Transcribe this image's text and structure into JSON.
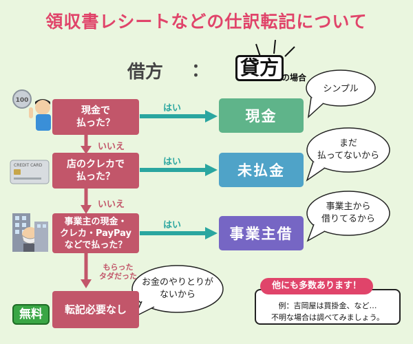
{
  "title": "領収書レシートなどの仕訳転記について",
  "header": {
    "left": "借方",
    "separator": "：",
    "right": "貸方",
    "right_suffix": "の場合"
  },
  "questions": [
    {
      "line1": "現金で",
      "line2": "払った？"
    },
    {
      "line1": "店のクレカで",
      "line2": "払った？"
    },
    {
      "line1": "事業主の現金・",
      "line2": "クレカ・PayPay",
      "line3": "などで払った？"
    },
    {
      "line1": "転記必要なし"
    }
  ],
  "answers": [
    "現金",
    "未払金",
    "事業主借"
  ],
  "yes_label": "はい",
  "no_label": "いいえ",
  "morattada": {
    "line1": "もらった",
    "line2": "タダだった"
  },
  "bubbles": [
    {
      "lines": [
        "シンプル"
      ]
    },
    {
      "lines": [
        "まだ",
        "払ってないから"
      ]
    },
    {
      "lines": [
        "事業主から",
        "借りてるから"
      ]
    },
    {
      "lines": [
        "お金のやりとりが",
        "ないから"
      ]
    }
  ],
  "icons": {
    "coin_text": "100",
    "card_text": "CREDIT CARD",
    "free_badge": "無料"
  },
  "note": {
    "head": "他にも多数あります！",
    "line1": "例：吉岡屋は買掛金、など…",
    "line2": "不明な場合は調べてみましょう。"
  },
  "colors": {
    "question": "#c2566a",
    "answer_cash": "#5fb48a",
    "answer_unpaid": "#4fa3c8",
    "answer_owner": "#7666c4",
    "arrow_yes": "#2aa6a0",
    "arrow_no": "#c2566a",
    "title": "#e0446a"
  }
}
